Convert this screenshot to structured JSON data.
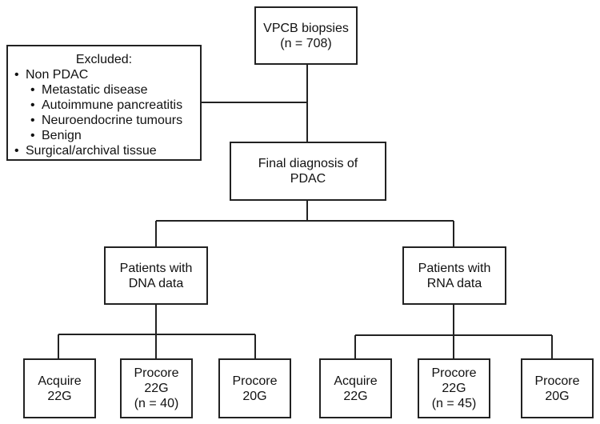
{
  "diagram": {
    "type": "flowchart",
    "root": {
      "lines": [
        "VPCB biopsies",
        "(n = 708)"
      ]
    },
    "excluded": {
      "title": "Excluded:",
      "items": [
        {
          "level": 1,
          "text": "Non PDAC"
        },
        {
          "level": 2,
          "text": "Metastatic disease"
        },
        {
          "level": 2,
          "text": "Autoimmune pancreatitis"
        },
        {
          "level": 2,
          "text": "Neuroendocrine tumours"
        },
        {
          "level": 2,
          "text": "Benign"
        },
        {
          "level": 1,
          "text": "Surgical/archival tissue"
        }
      ],
      "bullet": "•"
    },
    "final": {
      "lines": [
        "Final diagnosis of",
        "PDAC"
      ]
    },
    "dna": {
      "lines": [
        "Patients with",
        "DNA data"
      ],
      "children": [
        {
          "lines": [
            "Acquire",
            "22G"
          ]
        },
        {
          "lines": [
            "Procore",
            "22G",
            "(n = 40)"
          ]
        },
        {
          "lines": [
            "Procore",
            "20G"
          ]
        }
      ]
    },
    "rna": {
      "lines": [
        "Patients with",
        "RNA data"
      ],
      "children": [
        {
          "lines": [
            "Acquire",
            "22G"
          ]
        },
        {
          "lines": [
            "Procore",
            "22G",
            "(n = 45)"
          ]
        },
        {
          "lines": [
            "Procore",
            "20G"
          ]
        }
      ]
    },
    "colors": {
      "line": "#222222",
      "background": "#ffffff",
      "text": "#111111"
    }
  }
}
